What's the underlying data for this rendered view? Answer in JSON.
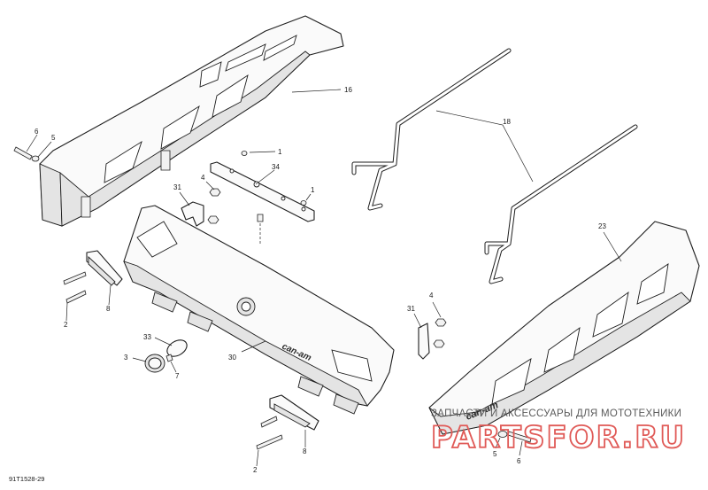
{
  "drawing_id": "91T1528-29",
  "watermark": {
    "caption": "ЗАПЧАСТИ И АКСЕССУАРЫ ДЛЯ МОТОТЕХНИКИ",
    "logo": "PARTSFOR.RU",
    "logo_color": "#e05a57"
  },
  "brand_mark": "can-am",
  "callouts": {
    "c16": "16",
    "c18": "18",
    "c6a": "6",
    "c5a": "5",
    "c34": "34",
    "c1a": "1",
    "c1b": "1",
    "c31a": "31",
    "c4a": "4",
    "c23": "23",
    "c8a": "8",
    "c2a": "2",
    "c33": "33",
    "c3": "3",
    "c7": "7",
    "c30": "30",
    "c31b": "31",
    "c4b": "4",
    "c8b": "8",
    "c2b": "2",
    "c5b": "5",
    "c6b": "6"
  }
}
